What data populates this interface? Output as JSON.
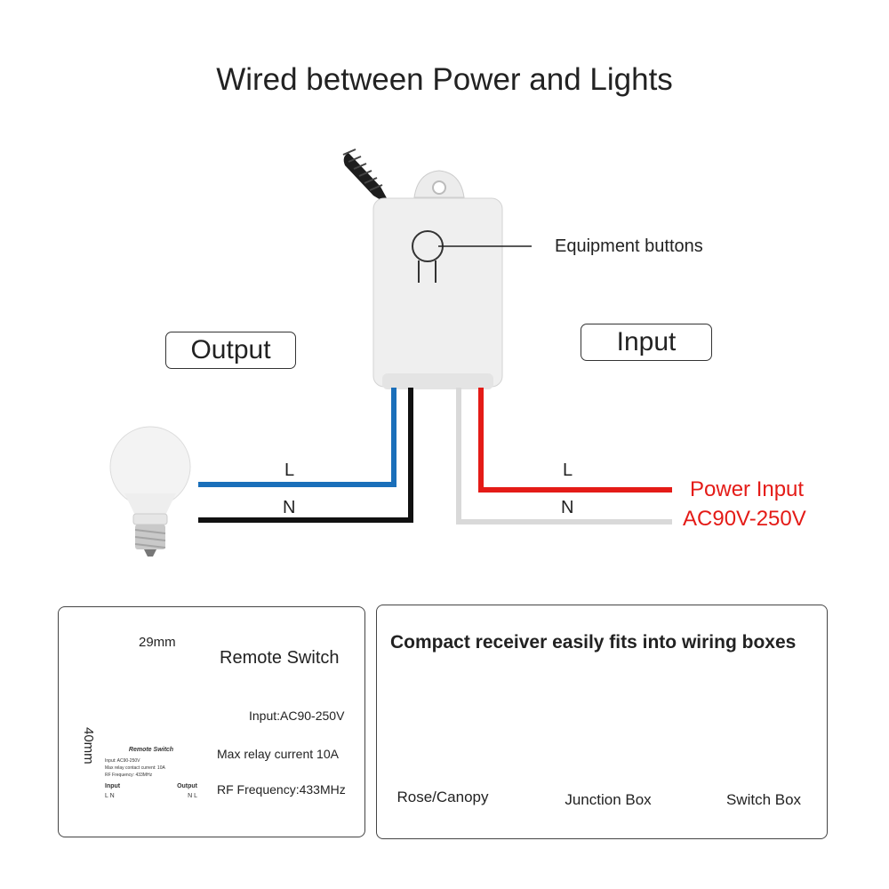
{
  "title": "Wired between Power and Lights",
  "labels": {
    "equipment_buttons": "Equipment buttons",
    "output": "Output",
    "input": "Input",
    "out_L": "L",
    "out_N": "N",
    "in_L": "L",
    "in_N": "N",
    "power_input": "Power Input",
    "power_range": "AC90V-250V"
  },
  "spec_panel": {
    "width_dim": "29mm",
    "height_dim": "40mm",
    "name": "Remote Switch",
    "input": "Input:AC90-250V",
    "relay": "Max relay  current 10A",
    "rf": "RF Frequency:433MHz",
    "device_label": {
      "title": "Remote Switch",
      "line1": "Input: AC90-250V",
      "line2": "Max relay contact current: 10A",
      "line3": "RF Frequency: 433MHz",
      "input": "Input",
      "output": "Output",
      "in_terms": "L   N",
      "out_terms": "N   L"
    }
  },
  "boxes_panel": {
    "heading": "Compact receiver easily fits into wiring boxes",
    "items": [
      "Rose/Canopy",
      "Junction Box",
      "Switch Box"
    ]
  },
  "colors": {
    "live_out": "#1a6fba",
    "neutral_out": "#111111",
    "live_in": "#e41b17",
    "neutral_in": "#d9d9d9"
  }
}
